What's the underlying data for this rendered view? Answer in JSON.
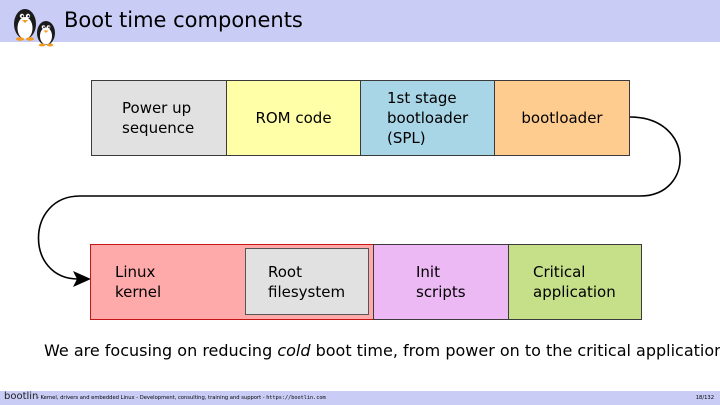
{
  "slide": {
    "title": "Boot time components"
  },
  "logo": {
    "icon": "penguins-icon"
  },
  "diagram": {
    "row1": [
      {
        "lines": [
          "Power up",
          "sequence"
        ],
        "color": "#e1e1e1"
      },
      {
        "lines": [
          "ROM code"
        ],
        "color": "#ffffa8"
      },
      {
        "lines": [
          "1st stage",
          "bootloader",
          "(SPL)"
        ],
        "color": "#a9d6e7"
      },
      {
        "lines": [
          "bootloader"
        ],
        "color": "#ffcc90"
      }
    ],
    "row2": [
      {
        "lines": [
          "Linux",
          "kernel"
        ],
        "color": "#ffaaaa"
      },
      {
        "lines": [
          "Root",
          "filesystem"
        ],
        "color": "#e1e1e1"
      },
      {
        "lines": [
          "Init",
          "scripts"
        ],
        "color": "#edb9f5"
      },
      {
        "lines": [
          "Critical",
          "application"
        ],
        "color": "#c6e08a"
      }
    ]
  },
  "caption": {
    "before": "We are focusing on reducing ",
    "emphasis": "cold",
    "after": " boot time, from power on to the critical application."
  },
  "footer": {
    "brand": "bootlin",
    "course": " - Kernel, drivers and embedded Linux - Development, consulting, training and support - ",
    "url": "https://bootlin.com",
    "page": "18/132"
  },
  "colors": {
    "header_band": "#c9cdf6",
    "kernel_border": "#c61515"
  }
}
